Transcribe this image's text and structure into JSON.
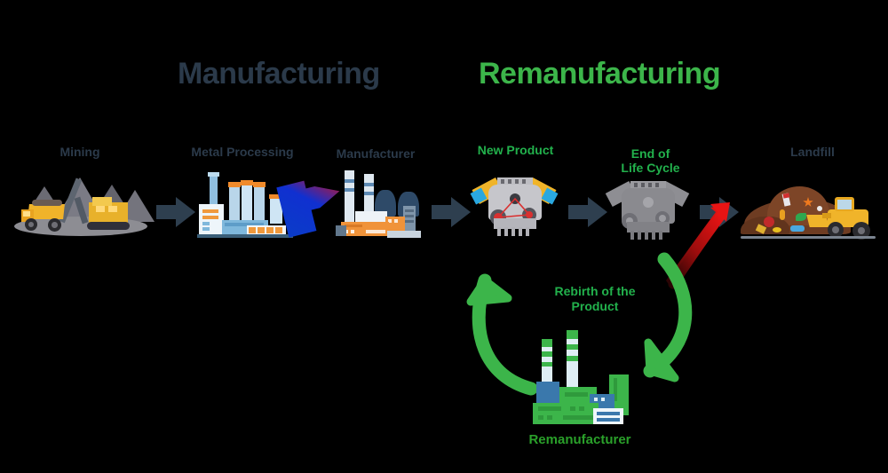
{
  "diagram": {
    "background": "#000000",
    "titles": [
      {
        "id": "manufacturing",
        "text": "Manufacturing",
        "color": "#2b3a4a"
      },
      {
        "id": "remanufacturing",
        "text": "Remanufacturing",
        "color": "#3cb54a"
      }
    ],
    "stages": [
      {
        "id": "mining",
        "label": "Mining",
        "color": "#2b3a4a",
        "icon": "mining-site-icon"
      },
      {
        "id": "metal-processing",
        "label": "Metal Processing",
        "color": "#2b3a4a",
        "icon": "metal-processing-plant-icon"
      },
      {
        "id": "manufacturer",
        "label": "Manufacturer",
        "color": "#2b3a4a",
        "icon": "manufacturer-factory-icon"
      },
      {
        "id": "new-product",
        "label": "New Product",
        "color": "#22b14c",
        "icon": "new-engine-icon"
      },
      {
        "id": "end-of-life",
        "label": "End of\nLife Cycle",
        "color": "#22b14c",
        "icon": "worn-engine-icon"
      },
      {
        "id": "landfill",
        "label": "Landfill",
        "color": "#2b3a4a",
        "icon": "landfill-icon"
      }
    ],
    "loop": {
      "center_label": "Rebirth of the\nProduct",
      "center_label_color": "#22b14c",
      "node_label": "Remanufacturer",
      "node_label_color": "#2aa02a",
      "node_icon": "remanufacturer-factory-icon",
      "left_arrow": "green-curved-arrow-up",
      "right_arrow": "green-curved-arrow-down",
      "red_arrow": "red-diverted-arrow"
    },
    "arrows": {
      "color": "#2e3f4f",
      "red_color": "#c81010",
      "green_color": "#3cb54a",
      "count": 5
    }
  }
}
